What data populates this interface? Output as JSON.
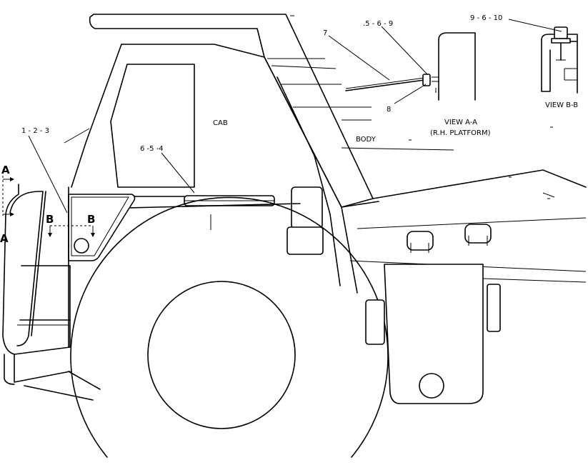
{
  "labels": {
    "callout_1_2_3": "1 - 2 - 3",
    "callout_6_5_4": "6 -5 -4",
    "callout_5_6_9": ".5 - 6 - 9",
    "callout_7": "7",
    "callout_8": "8",
    "callout_9_6_10": "9 - 6  - 10",
    "cab": "CAB",
    "body": "BODY",
    "view_aa_title": "VIEW  A-A",
    "view_aa_sub": "(R.H.  PLATFORM)",
    "view_bb_title": "VIEW  B-B",
    "section_a_top": "A",
    "section_a_bottom": "A",
    "section_b_left": "B",
    "section_b_right": "B"
  }
}
